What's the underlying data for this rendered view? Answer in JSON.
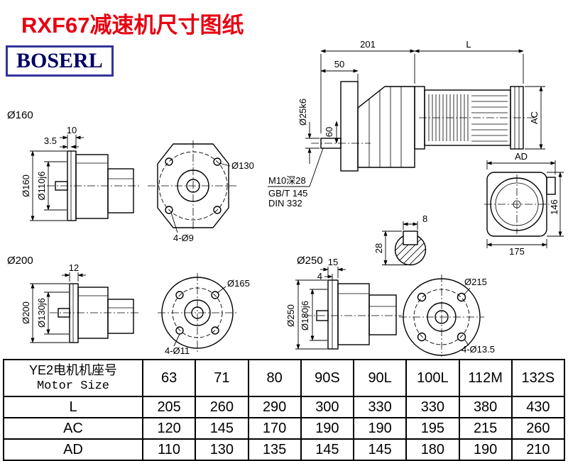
{
  "colors": {
    "title_red": "#e60012",
    "logo_navy": "#000066",
    "line_black": "#000000"
  },
  "title": "RXF67减速机尺寸图纸",
  "logo": "BOSERL",
  "main_view": {
    "dim_201": "201",
    "dim_L": "L",
    "dim_50": "50",
    "dim_shaft": "Ø25k6",
    "dim_60": "60",
    "dim_AC": "AC"
  },
  "note": {
    "line1": "M10深28",
    "line2": "GB/T 145",
    "line3": "DIN 332"
  },
  "key_section": {
    "dim_width": "8",
    "dim_height": "28"
  },
  "motor_view": {
    "dim_AD": "AD",
    "dim_height": "146",
    "dim_width": "175"
  },
  "flange160": {
    "label": "Ø160",
    "dim_thickness": "10",
    "dim_recess": "3.5",
    "dim_od": "Ø160",
    "dim_pilot": "Ø110j6",
    "dim_bolt_circle": "Ø130",
    "dim_holes": "4-Ø9"
  },
  "flange200": {
    "label": "Ø200",
    "dim_thickness": "12",
    "dim_od": "Ø200",
    "dim_pilot": "Ø130j6",
    "dim_bolt_circle": "Ø165",
    "dim_holes": "4-Ø11"
  },
  "flange250": {
    "label": "Ø250",
    "dim_thickness": "15",
    "dim_recess": "4",
    "dim_od": "Ø250",
    "dim_pilot": "Ø180j6",
    "dim_bolt_circle": "Ø215",
    "dim_holes": "4-Ø13.5"
  },
  "table": {
    "corner_line1": "YE2电机机座号",
    "corner_line2": "Motor Size",
    "columns": [
      "63",
      "71",
      "80",
      "90S",
      "90L",
      "100L",
      "112M",
      "132S"
    ],
    "rows": [
      {
        "label": "L",
        "values": [
          "205",
          "260",
          "290",
          "300",
          "330",
          "330",
          "380",
          "430"
        ]
      },
      {
        "label": "AC",
        "values": [
          "120",
          "145",
          "170",
          "190",
          "190",
          "195",
          "215",
          "260"
        ]
      },
      {
        "label": "AD",
        "values": [
          "110",
          "130",
          "135",
          "145",
          "145",
          "180",
          "190",
          "210"
        ]
      }
    ]
  }
}
